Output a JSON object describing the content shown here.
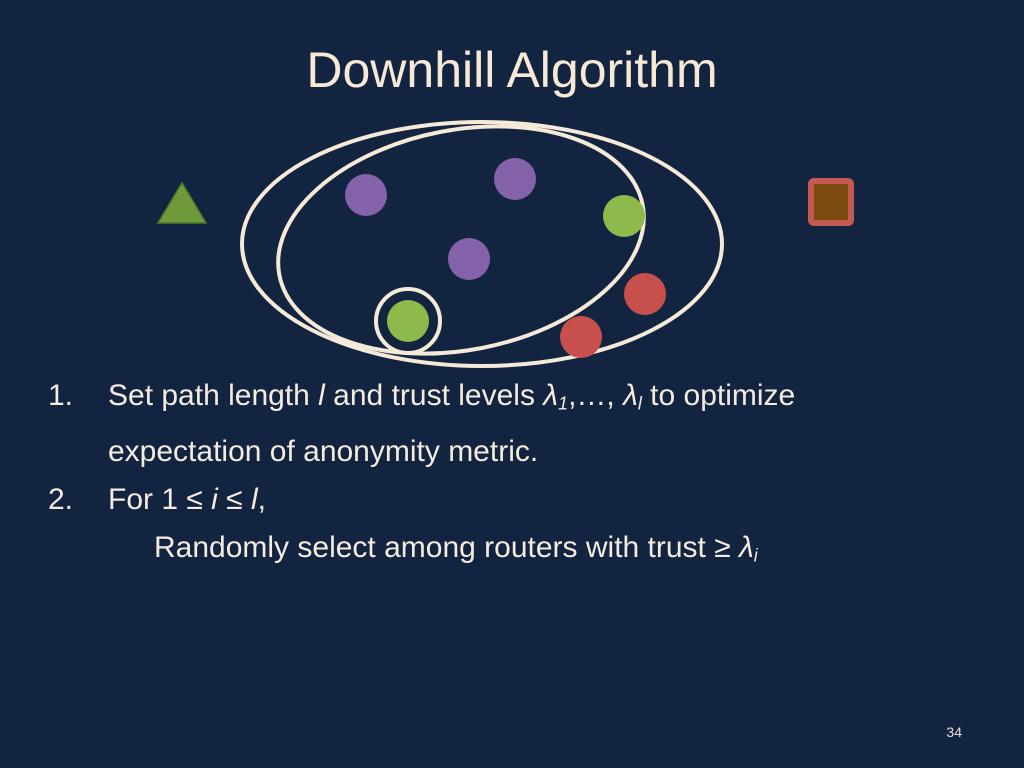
{
  "title": "Downhill Algorithm",
  "steps": [
    {
      "number": "1.",
      "parts": [
        "Set path length ",
        "l",
        " and trust levels ",
        "λ",
        "1",
        ",…, ",
        "λ",
        "l",
        " to optimize"
      ],
      "continuation": "expectation of anonymity metric."
    },
    {
      "number": "2.",
      "parts": [
        "For 1 ≤ ",
        "i",
        " ≤ ",
        "l",
        ","
      ],
      "subline": [
        "Randomly select among routers with trust ≥ ",
        "λ",
        "i"
      ]
    }
  ],
  "page_number": "34",
  "colors": {
    "background": "#132440",
    "purple_node": "#8563aa",
    "green_node": "#8dba4a",
    "red_node": "#c8504c",
    "source_triangle": "#6f9a3c",
    "destination_fill": "#7a4a10",
    "destination_border": "#c45a52",
    "ring": "#f5ead8"
  }
}
